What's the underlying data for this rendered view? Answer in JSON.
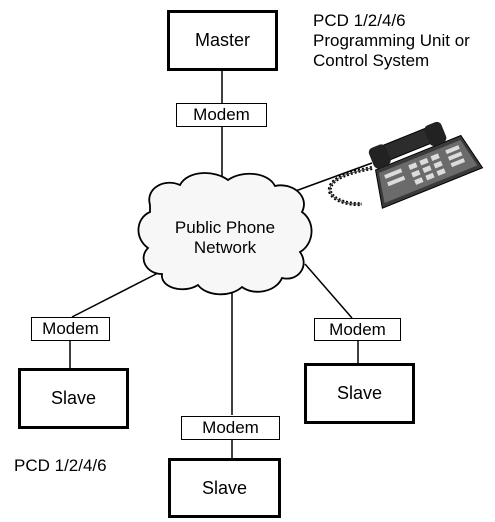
{
  "master": {
    "label": "Master",
    "description_lines": [
      "PCD 1/2/4/6",
      "Programming Unit or",
      "Control System"
    ]
  },
  "network": {
    "label_lines": [
      "Public Phone",
      "Network"
    ]
  },
  "modems": {
    "master": "Modem",
    "left": "Modem",
    "center": "Modem",
    "right": "Modem"
  },
  "slaves": {
    "left": "Slave",
    "center": "Slave",
    "right": "Slave"
  },
  "slave_caption": "PCD 1/2/4/6",
  "icons": {
    "telephone": "telephone-icon"
  }
}
